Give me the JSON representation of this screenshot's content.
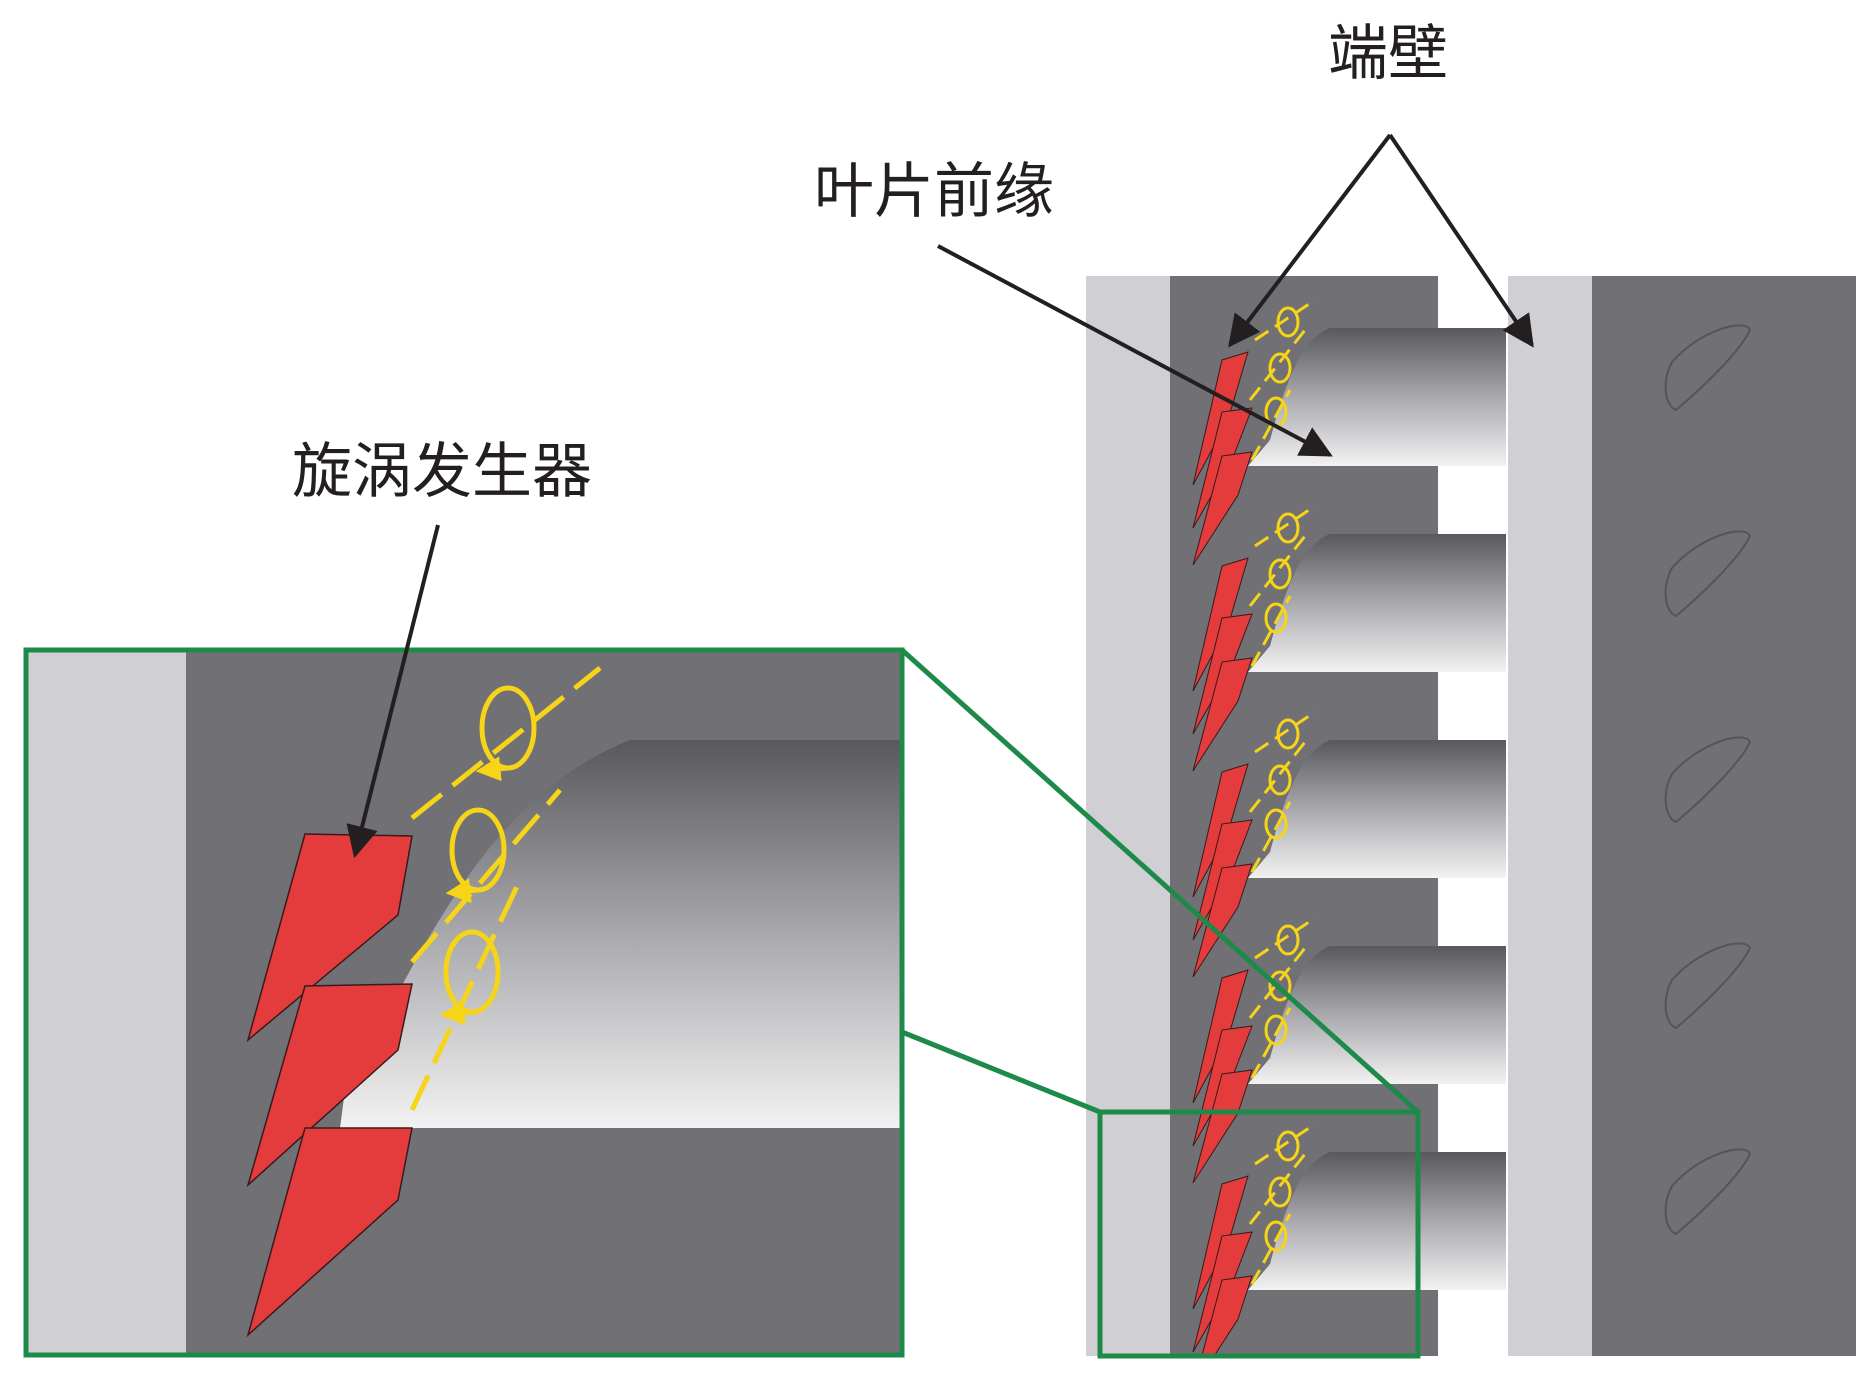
{
  "labels": {
    "vortex_generator": "旋涡发生器",
    "blade_leading_edge": "叶片前缘",
    "end_wall": "端壁"
  },
  "colors": {
    "background": "#ffffff",
    "light_wall": "#d0cfd4",
    "dark_wall": "#707075",
    "generator": "#e43b3d",
    "vortex": "#f6d417",
    "frame": "#1e8a4a",
    "arrow": "#231f20",
    "blade_top": "#58585d",
    "blade_bottom": "#f0f0f0"
  }
}
